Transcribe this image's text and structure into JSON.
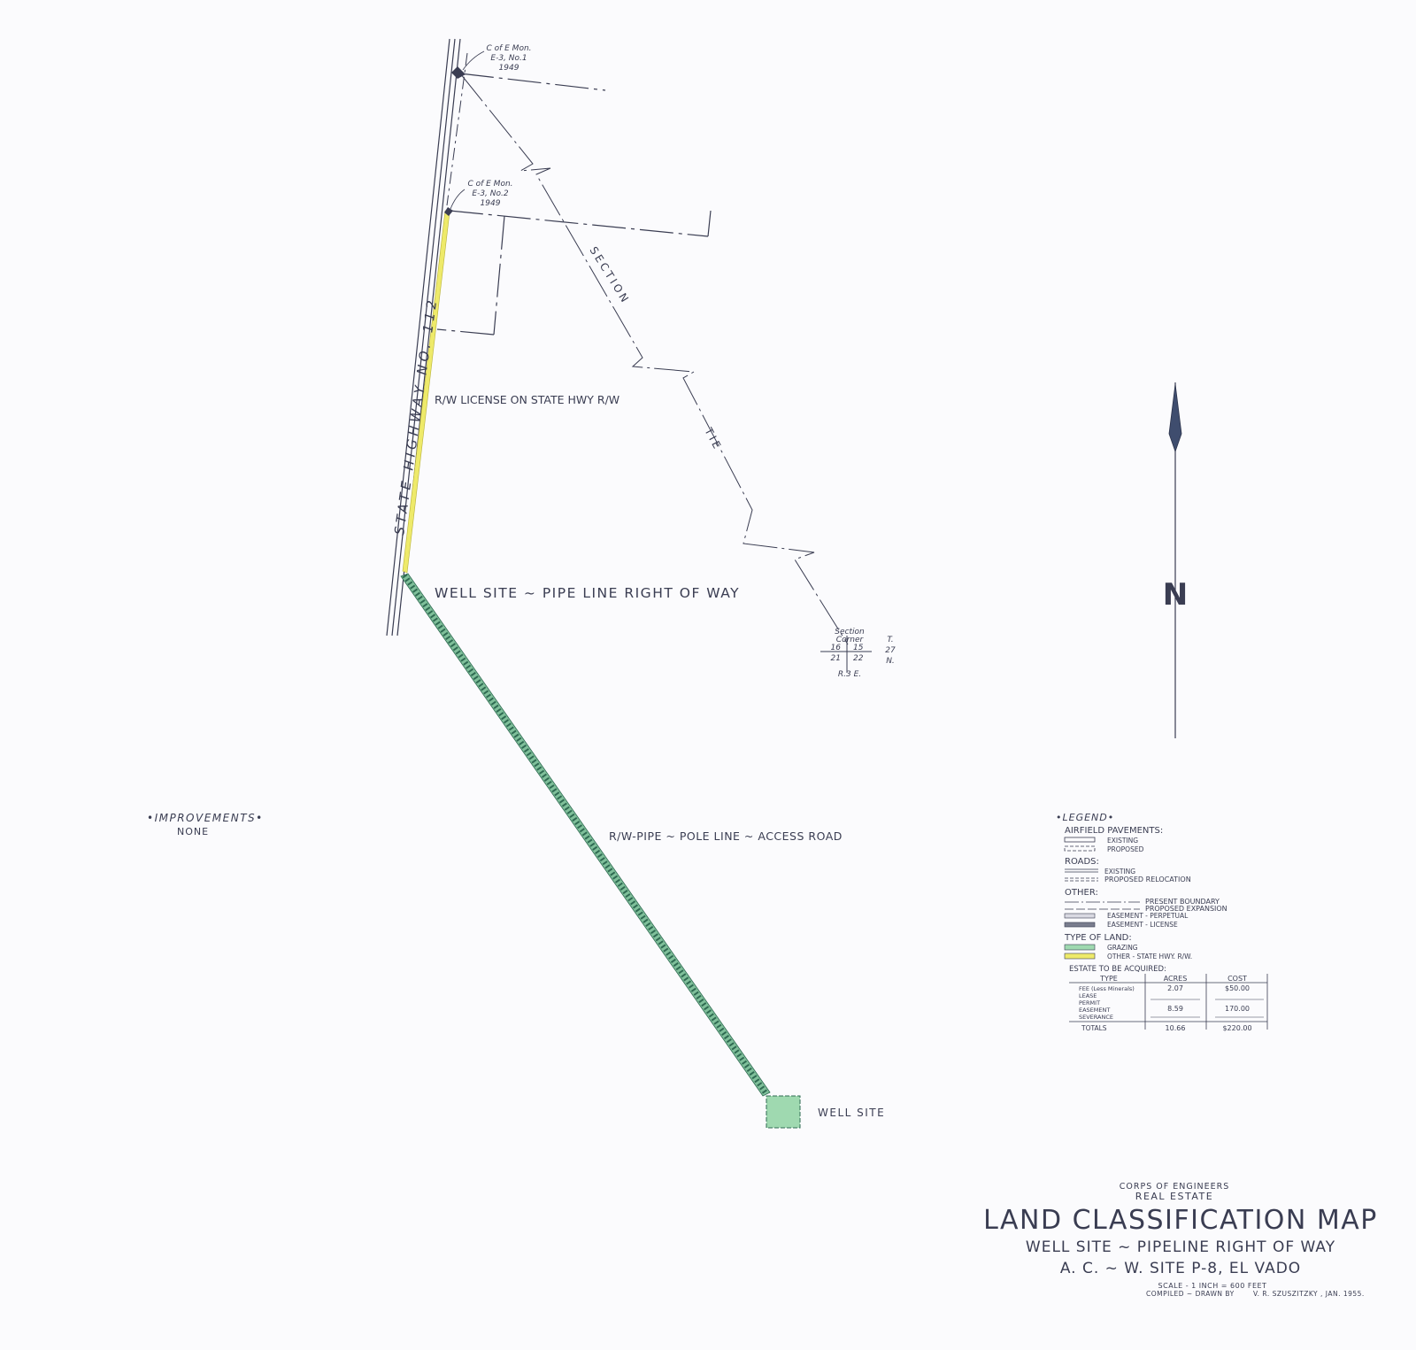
{
  "monuments": {
    "mon1": [
      "C of E Mon.",
      "E-3, No.1",
      "1949"
    ],
    "mon2": [
      "C of E Mon.",
      "E-3, No.2",
      "1949"
    ]
  },
  "highway_label": "STATE HIGHWAY NO. 112",
  "section_tie": {
    "word1": "SECTION",
    "word2": "TIE"
  },
  "labels": {
    "rw_license": "R/W LICENSE ON STATE HWY R/W",
    "well_pipe_row": "WELL SITE ~ PIPE LINE RIGHT OF WAY",
    "rw_pipe_pole": "R/W-PIPE ~ POLE LINE ~ ACCESS ROAD",
    "well_site": "WELL SITE"
  },
  "section_corner": {
    "title": [
      "Section",
      "Corner"
    ],
    "nums": [
      "16",
      "15",
      "21",
      "22"
    ],
    "township": [
      "T.",
      "27",
      "N."
    ],
    "range": "R.3 E."
  },
  "north": "N",
  "improvements": {
    "title": "•IMPROVEMENTS•",
    "value": "NONE"
  },
  "legend": {
    "title": "•LEGEND•",
    "airfield_title": "AIRFIELD PAVEMENTS:",
    "airfield": [
      "EXISTING",
      "PROPOSED"
    ],
    "roads_title": "ROADS:",
    "roads": [
      "EXISTING",
      "PROPOSED RELOCATION"
    ],
    "other_title": "OTHER:",
    "other": [
      "PRESENT BOUNDARY",
      "PROPOSED EXPANSION",
      "EASEMENT - PERPETUAL",
      "EASEMENT - LICENSE"
    ],
    "land_title": "TYPE OF LAND:",
    "land": [
      "GRAZING",
      "OTHER - STATE HWY. R/W."
    ],
    "estate_title": "ESTATE TO BE ACQUIRED:",
    "table": {
      "headers": [
        "TYPE",
        "ACRES",
        "COST"
      ],
      "rows": [
        [
          "FEE (Less Minerals)",
          "2.07",
          "$50.00"
        ],
        [
          "LEASE",
          "",
          ""
        ],
        [
          "PERMIT",
          "",
          ""
        ],
        [
          "EASEMENT",
          "8.59",
          "170.00"
        ],
        [
          "SEVERANCE",
          "",
          ""
        ]
      ],
      "totals": [
        "TOTALS",
        "10.66",
        "$220.00"
      ]
    }
  },
  "colors": {
    "grazing": "#9fd9b0",
    "state_hwy": "#eeea6a",
    "ink": "#3a3d52"
  },
  "title_block": {
    "agency": "CORPS OF ENGINEERS",
    "dept": "REAL ESTATE",
    "title": "LAND CLASSIFICATION MAP",
    "subtitle1": "WELL SITE ~ PIPELINE RIGHT OF WAY",
    "subtitle2": "A. C. ~ W. SITE P-8, EL VADO",
    "scale": "SCALE - 1 INCH = 600 FEET",
    "compiled_label": "COMPILED ~ DRAWN BY",
    "compiled_by": "V. R. SZUSZITZKY , JAN. 1955."
  }
}
